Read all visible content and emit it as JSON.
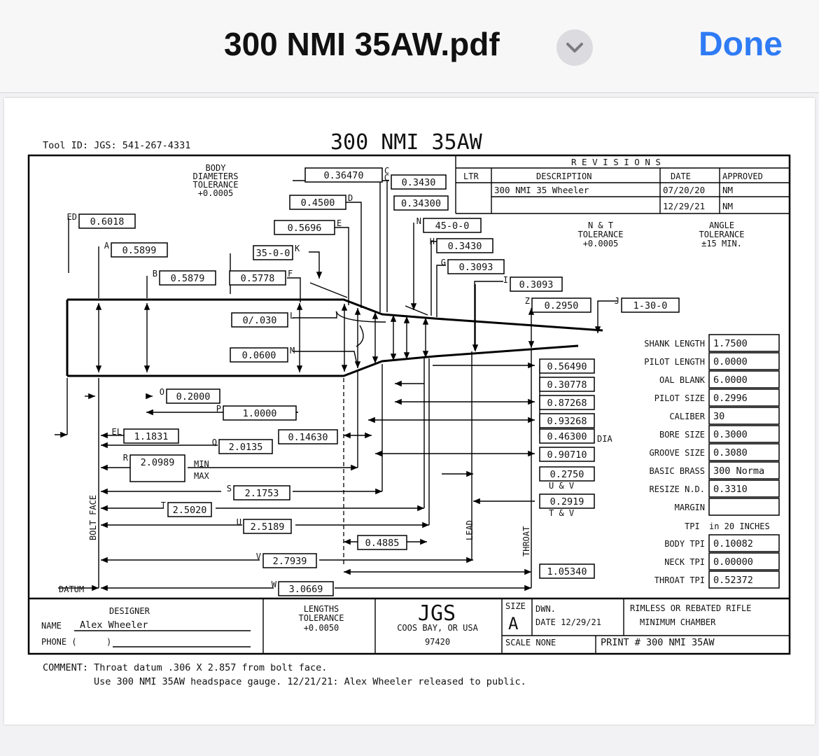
{
  "header": {
    "title": "300 NMI 35AW.pdf",
    "done_label": "Done"
  },
  "icons": {
    "menu": "chevron-down-icon"
  },
  "colors": {
    "accent": "#2f7bf5",
    "header_bg": "#f7f7f8"
  },
  "drawing": {
    "tool_id": "Tool ID: JGS: 541-267-4331",
    "title": "300 NMI 35AW",
    "body_tol": [
      "BODY",
      "DIAMETERS",
      "TOLERANCE",
      "+0.0005"
    ],
    "nt_tol": [
      "N & T",
      "TOLERANCE",
      "+0.0005"
    ],
    "angle_tol": [
      "ANGLE",
      "TOLERANCE",
      "±15 MIN."
    ],
    "revisions": {
      "title": "R E V I S I O N S",
      "headers": [
        "LTR",
        "DESCRIPTION",
        "DATE",
        "APPROVED"
      ],
      "rows": [
        [
          "",
          "300 NMI 35 Wheeler",
          "07/20/20",
          "NM"
        ],
        [
          "",
          "",
          "12/29/21",
          "NM"
        ]
      ]
    },
    "dims": [
      {
        "letter": "ED",
        "value": "0.6018"
      },
      {
        "letter": "A",
        "value": "0.5899"
      },
      {
        "letter": "B",
        "value": "0.5879"
      },
      {
        "letter": "F",
        "value": "0.5778"
      },
      {
        "letter": "K",
        "value": "35-0-0"
      },
      {
        "letter": "E",
        "value": "0.5696"
      },
      {
        "letter": "D",
        "value": "0.4500"
      },
      {
        "letter": "C",
        "value": "0.36470"
      },
      {
        "letter": "C",
        "value": "0.3430"
      },
      {
        "letter": "",
        "value": "0.34300"
      },
      {
        "letter": "N",
        "value": "45-0-0"
      },
      {
        "letter": "H",
        "value": "0.3430"
      },
      {
        "letter": "G",
        "value": "0.3093"
      },
      {
        "letter": "I",
        "value": "0.3093"
      },
      {
        "letter": "Z",
        "value": "0.2950"
      },
      {
        "letter": "J",
        "value": "1-30-0"
      },
      {
        "letter": "L",
        "value": "0/.030"
      },
      {
        "letter": "M",
        "value": "0.0600"
      },
      {
        "letter": "O",
        "value": "0.2000"
      },
      {
        "letter": "P",
        "value": "1.0000"
      },
      {
        "letter": "EL",
        "value": "1.1831"
      },
      {
        "letter": "Q",
        "value": "2.0135"
      },
      {
        "letter": "",
        "value": "0.14630"
      },
      {
        "letter": "R",
        "value": "2.0989"
      },
      {
        "letter": "S",
        "value": "2.1753"
      },
      {
        "letter": "T",
        "value": "2.5020"
      },
      {
        "letter": "U",
        "value": "2.5189"
      },
      {
        "letter": "",
        "value": "0.4885"
      },
      {
        "letter": "V",
        "value": "2.7939"
      },
      {
        "letter": "W",
        "value": "3.0669"
      }
    ],
    "minmax": [
      "MIN",
      "MAX"
    ],
    "right_dims": [
      "0.56490",
      "0.30778",
      "0.87268",
      "0.93268",
      "0.46300",
      "0.90710",
      "0.2750",
      "0.2919",
      "1.05340"
    ],
    "dia": "DIA",
    "uv": "U & V",
    "tv": "T & V",
    "vertical_labels": {
      "bolt_face": "BOLT FACE",
      "lead": "LEAD",
      "throat": "THROAT",
      "datum": "DATUM"
    },
    "specs": [
      {
        "label": "SHANK LENGTH",
        "value": "1.7500"
      },
      {
        "label": "PILOT LENGTH",
        "value": "0.0000"
      },
      {
        "label": "OAL BLANK",
        "value": "6.0000"
      },
      {
        "label": "PILOT SIZE",
        "value": "0.2996"
      },
      {
        "label": "CALIBER",
        "value": "30"
      },
      {
        "label": "BORE SIZE",
        "value": "0.3000"
      },
      {
        "label": "GROOVE SIZE",
        "value": "0.3080"
      },
      {
        "label": "BASIC BRASS",
        "value": "300 Norma"
      },
      {
        "label": "RESIZE N.D.",
        "value": "0.3310"
      },
      {
        "label": "MARGIN",
        "value": ""
      }
    ],
    "tpi_header": "TPI",
    "tpi_header2": "in 20 INCHES",
    "tpi": [
      {
        "label": "BODY TPI",
        "value": "0.10082"
      },
      {
        "label": "NECK TPI",
        "value": "0.00000"
      },
      {
        "label": "THROAT TPI",
        "value": "0.52372"
      }
    ],
    "title_block": {
      "designer": "DESIGNER",
      "name_label": "NAME",
      "name": "Alex Wheeler",
      "phone_label": "PHONE (",
      "phone_close": ")",
      "lengths_tol": [
        "LENGTHS",
        "TOLERANCE",
        "+0.0050"
      ],
      "company": "JGS",
      "city": "COOS BAY, OR USA",
      "zip": "97420",
      "size_label": "SIZE",
      "size": "A",
      "dwn": "DWN.",
      "date": "DATE 12/29/21",
      "scale": "SCALE  NONE",
      "desc1": "RIMLESS OR REBATED RIFLE",
      "desc2": "MINIMUM CHAMBER",
      "print": "PRINT # 300 NMI 35AW"
    },
    "comment1": "COMMENT: Throat datum .306 X 2.857 from bolt face.",
    "comment2": "Use 300 NMI 35AW headspace gauge. 12/21/21: Alex Wheeler released to public."
  }
}
